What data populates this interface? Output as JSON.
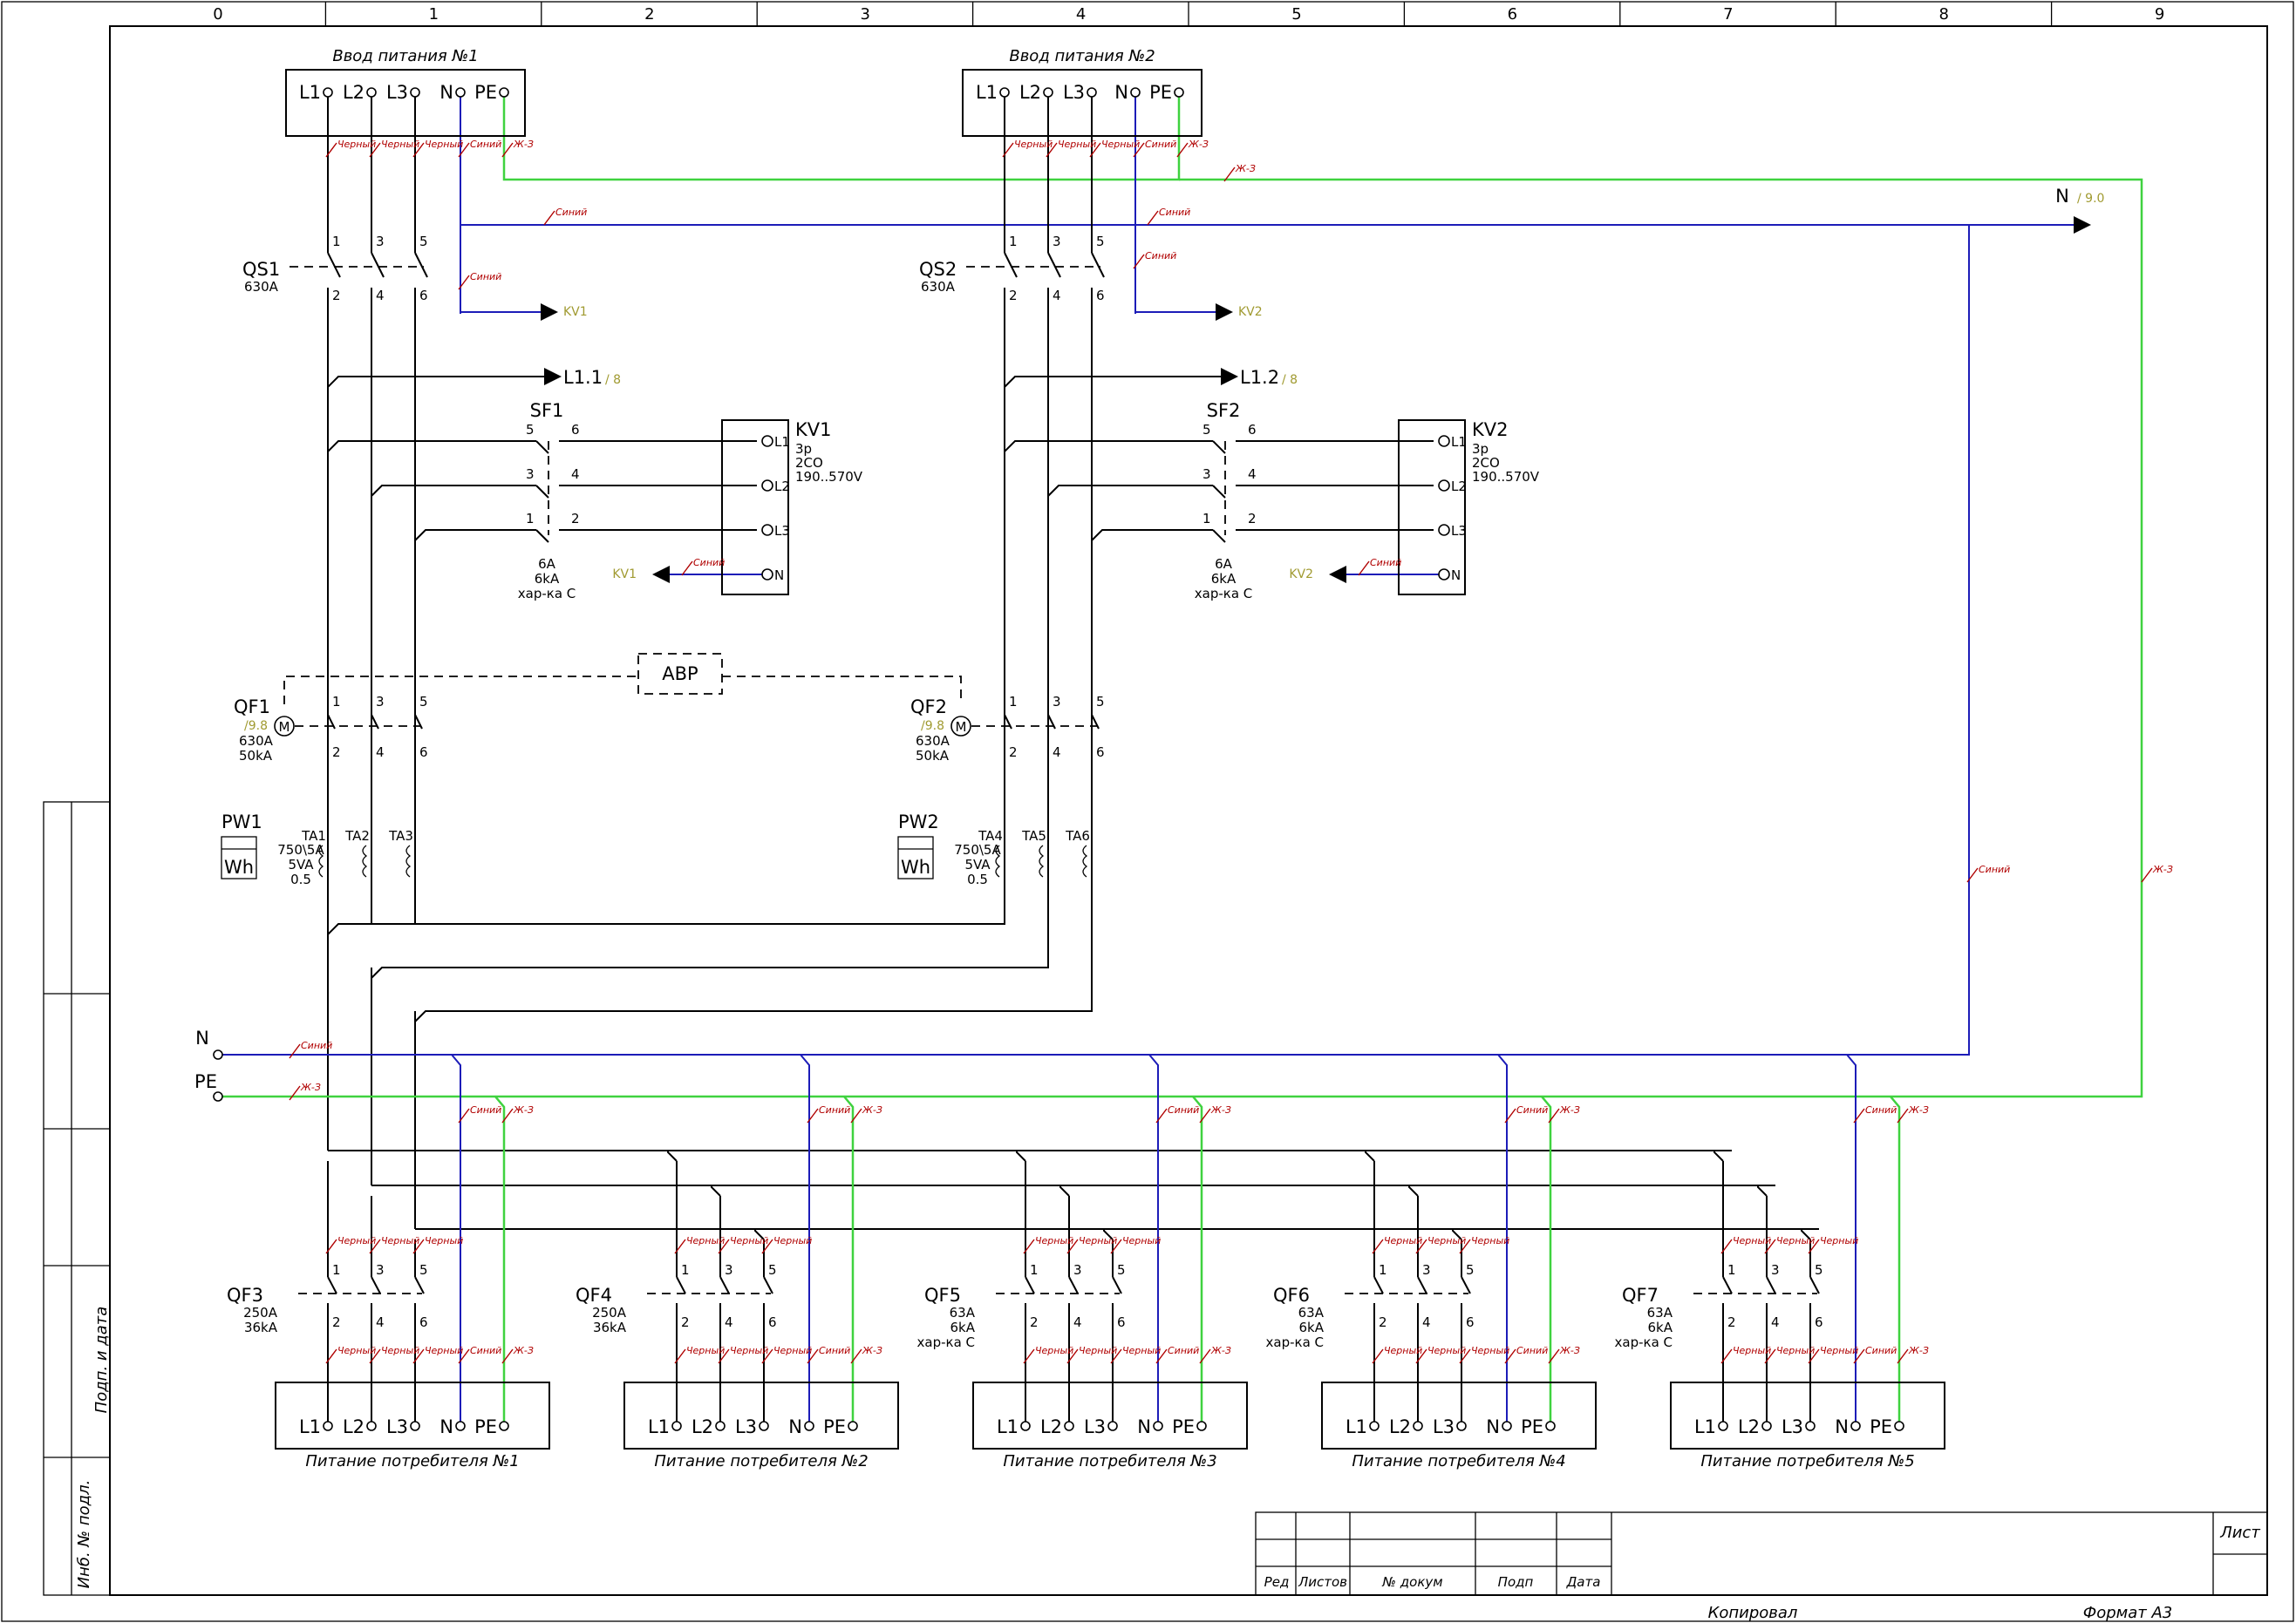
{
  "sheet": {
    "column_numbers": [
      "0",
      "1",
      "2",
      "3",
      "4",
      "5",
      "6",
      "7",
      "8",
      "9"
    ],
    "side_labels": {
      "signature_date": "Подп. и дата",
      "inventory_no": "Инб. № подл."
    },
    "title_block": {
      "rev": "Ред",
      "sheets": "Листов",
      "doc_no": "№ докум",
      "signature": "Подп",
      "date": "Дата",
      "sheet": "Лист"
    },
    "footer": {
      "copied": "Копировал",
      "format": "Формат A3"
    }
  },
  "inputs": [
    {
      "title": "Ввод питания №1",
      "terminals": [
        "L1",
        "L2",
        "L3",
        "N",
        "PE"
      ],
      "switch": "QS1",
      "switch_rating": "630A",
      "bus_ref": "L1.1",
      "bus_ref_sheet": "/ 8",
      "kv_ref": "KV1"
    },
    {
      "title": "Ввод питания №2",
      "terminals": [
        "L1",
        "L2",
        "L3",
        "N",
        "PE"
      ],
      "switch": "QS2",
      "switch_rating": "630A",
      "bus_ref": "L1.2",
      "bus_ref_sheet": "/ 8",
      "kv_ref": "KV2"
    }
  ],
  "breakers_sf": [
    {
      "name": "SF1",
      "rating": [
        "6A",
        "6kA",
        "хар-ка C"
      ],
      "pins": [
        "5",
        "6",
        "3",
        "4",
        "1",
        "2"
      ]
    },
    {
      "name": "SF2",
      "rating": [
        "6A",
        "6kA",
        "хар-ка C"
      ],
      "pins": [
        "5",
        "6",
        "3",
        "4",
        "1",
        "2"
      ]
    }
  ],
  "relays": [
    {
      "name": "KV1",
      "specs": [
        "3р",
        "2CO",
        "190..570V"
      ],
      "terminals": [
        "L1",
        "L2",
        "L3",
        "N"
      ],
      "n_ref": "KV1",
      "wire": "Синий"
    },
    {
      "name": "KV2",
      "specs": [
        "3р",
        "2CO",
        "190..570V"
      ],
      "terminals": [
        "L1",
        "L2",
        "L3",
        "N"
      ],
      "n_ref": "KV2",
      "wire": "Синий"
    }
  ],
  "main_breakers": [
    {
      "name": "QF1",
      "ref": "/9.8",
      "rating": [
        "630A",
        "50kA"
      ],
      "motor": "M",
      "pins": [
        "1",
        "3",
        "5",
        "2",
        "4",
        "6"
      ]
    },
    {
      "name": "QF2",
      "ref": "/9.8",
      "rating": [
        "630A",
        "50kA"
      ],
      "motor": "M",
      "pins": [
        "1",
        "3",
        "5",
        "2",
        "4",
        "6"
      ]
    }
  ],
  "ats": {
    "label": "АВР"
  },
  "meters": [
    {
      "name": "PW1",
      "symbol": "Wh",
      "ct": [
        "TA1",
        "TA2",
        "TA3"
      ],
      "ct_specs": [
        "750\\5A",
        "5VA",
        "0.5"
      ]
    },
    {
      "name": "PW2",
      "symbol": "Wh",
      "ct": [
        "TA4",
        "TA5",
        "TA6"
      ],
      "ct_specs": [
        "750\\5A",
        "5VA",
        "0.5"
      ]
    }
  ],
  "buses": {
    "n_label": "N",
    "pe_label": "PE",
    "n_out": "N",
    "n_out_ref": "/ 9.0"
  },
  "wire_colors": {
    "black": "Черный",
    "blue": "Синий",
    "green_yellow": "Ж-З"
  },
  "feeders": [
    {
      "breaker": "QF3",
      "rating": [
        "250A",
        "36kA"
      ],
      "title": "Питание потребителя №1"
    },
    {
      "breaker": "QF4",
      "rating": [
        "250A",
        "36kA"
      ],
      "title": "Питание потребителя №2"
    },
    {
      "breaker": "QF5",
      "rating": [
        "63A",
        "6kA",
        "хар-ка C"
      ],
      "title": "Питание потребителя №3"
    },
    {
      "breaker": "QF6",
      "rating": [
        "63A",
        "6kA",
        "хар-ка C"
      ],
      "title": "Питание потребителя №4"
    },
    {
      "breaker": "QF7",
      "rating": [
        "63A",
        "6kA",
        "хар-ка C"
      ],
      "title": "Питание потребителя №5"
    }
  ],
  "feeder_pins": [
    "1",
    "3",
    "5",
    "2",
    "4",
    "6"
  ],
  "feeder_terminals": [
    "L1",
    "L2",
    "L3",
    "N",
    "PE"
  ],
  "colors": {
    "phase": "#000000",
    "neutral": "#1c1cb8",
    "pe": "#3fd23f",
    "wire_tag": "#b00000",
    "reference": "#a09a30"
  }
}
